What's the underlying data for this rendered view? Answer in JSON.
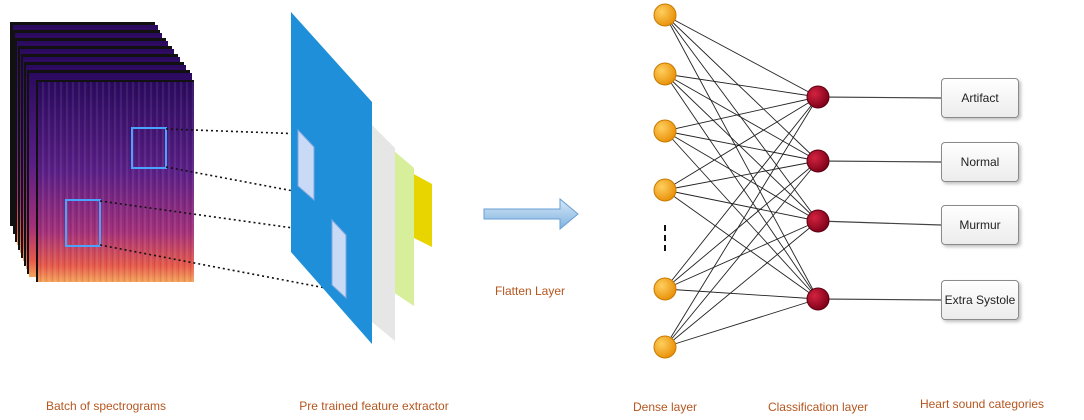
{
  "captions": {
    "batch": "Batch of spectrograms",
    "extractor": "Pre trained feature extractor",
    "flatten": "Flatten Layer",
    "dense": "Dense layer",
    "classification": "Classification layer",
    "categories": "Heart sound categories"
  },
  "categories": [
    "Artifact",
    "Normal",
    "Murmur",
    "Extra Systole"
  ],
  "network": {
    "dense_visible_nodes": 6,
    "classification_nodes": 4,
    "has_ellipsis": true
  },
  "colors": {
    "caption": "#b5561f",
    "dense_node": "#f5a316",
    "class_node": "#9b0a26",
    "extractor_main": "#1e8fd8",
    "arrow": "#8fbde6"
  }
}
